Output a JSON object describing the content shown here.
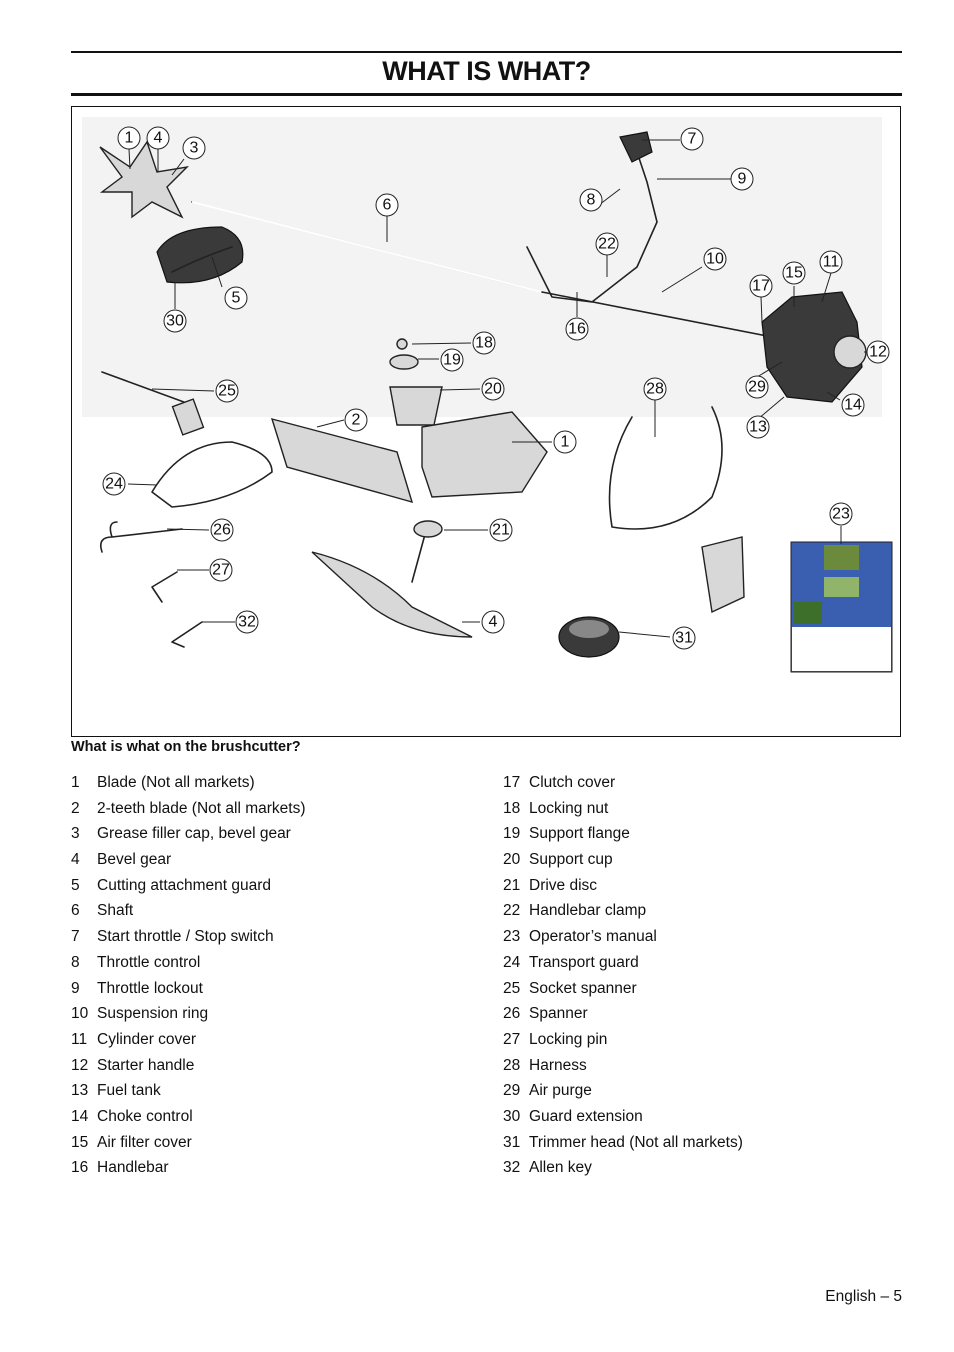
{
  "page": {
    "title": "WHAT IS WHAT?",
    "caption": "What is what on the brushcutter?",
    "footer": "English – 5"
  },
  "figure": {
    "callouts": [
      "1",
      "4",
      "3",
      "6",
      "7",
      "9",
      "8",
      "22",
      "10",
      "11",
      "15",
      "17",
      "12",
      "16",
      "5",
      "30",
      "18",
      "19",
      "20",
      "28",
      "29",
      "14",
      "13",
      "25",
      "2",
      "1",
      "24",
      "23",
      "26",
      "21",
      "27",
      "32",
      "4",
      "31"
    ]
  },
  "parts_left": [
    {
      "num": "1",
      "label": "Blade (Not all markets)"
    },
    {
      "num": "2",
      "label": "2-teeth blade (Not all markets)"
    },
    {
      "num": "3",
      "label": "Grease filler cap, bevel gear"
    },
    {
      "num": "4",
      "label": "Bevel gear"
    },
    {
      "num": "5",
      "label": "Cutting attachment guard"
    },
    {
      "num": "6",
      "label": "Shaft"
    },
    {
      "num": "7",
      "label": "Start throttle / Stop switch"
    },
    {
      "num": "8",
      "label": "Throttle control"
    },
    {
      "num": "9",
      "label": "Throttle lockout"
    },
    {
      "num": "10",
      "label": "Suspension ring"
    },
    {
      "num": "11",
      "label": "Cylinder cover"
    },
    {
      "num": "12",
      "label": "Starter handle"
    },
    {
      "num": "13",
      "label": "Fuel tank"
    },
    {
      "num": "14",
      "label": "Choke control"
    },
    {
      "num": "15",
      "label": "Air filter cover"
    },
    {
      "num": "16",
      "label": "Handlebar"
    }
  ],
  "parts_right": [
    {
      "num": "17",
      "label": "Clutch cover"
    },
    {
      "num": "18",
      "label": "Locking nut"
    },
    {
      "num": "19",
      "label": "Support flange"
    },
    {
      "num": "20",
      "label": "Support cup"
    },
    {
      "num": "21",
      "label": "Drive disc"
    },
    {
      "num": "22",
      "label": "Handlebar clamp"
    },
    {
      "num": "23",
      "label": "Operator’s manual"
    },
    {
      "num": "24",
      "label": "Transport guard"
    },
    {
      "num": "25",
      "label": "Socket spanner"
    },
    {
      "num": "26",
      "label": "Spanner"
    },
    {
      "num": "27",
      "label": "Locking pin"
    },
    {
      "num": "28",
      "label": "Harness"
    },
    {
      "num": "29",
      "label": "Air purge"
    },
    {
      "num": "30",
      "label": "Guard extension"
    },
    {
      "num": "31",
      "label": "Trimmer head (Not all markets)"
    },
    {
      "num": "32",
      "label": "Allen key"
    }
  ]
}
